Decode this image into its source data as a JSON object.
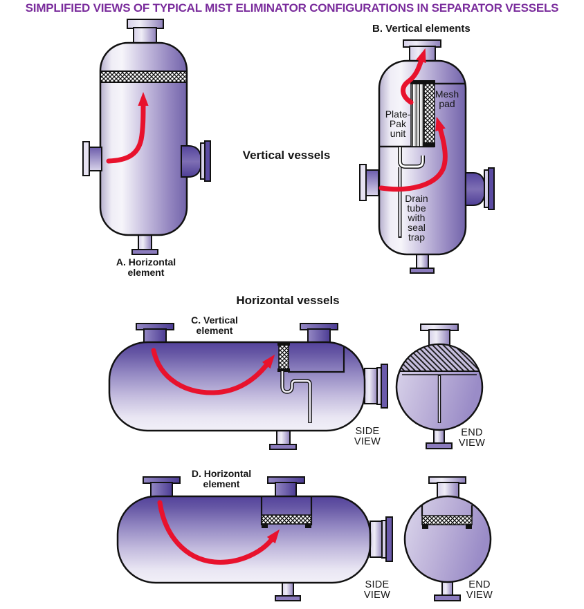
{
  "title": "SIMPLIFIED VIEWS OF TYPICAL MIST ELIMINATOR CONFIGURATIONS IN SEPARATOR VESSELS",
  "sections": {
    "vertical_vessels": "Vertical vessels",
    "horizontal_vessels": "Horizontal vessels"
  },
  "vessel_a": {
    "label": "A. Horizontal\nelement"
  },
  "vessel_b": {
    "label": "B. Vertical elements",
    "plate_pak_label": "Plate-\nPak\nunit",
    "mesh_pad_label": "Mesh\npad",
    "drain_label": "Drain\ntube\nwith\nseal\ntrap"
  },
  "vessel_c": {
    "label": "C. Vertical\nelement",
    "side_view": "SIDE\nVIEW",
    "end_view": "END\nVIEW"
  },
  "vessel_d": {
    "label": "D. Horizontal\nelement",
    "side_view": "SIDE\nVIEW",
    "end_view": "END\nVIEW"
  },
  "colors": {
    "title": "#7a2c9c",
    "flow_arrow": "#e8122d",
    "vessel_dark": "#53429b",
    "vessel_light": "#efedf6",
    "outline": "#111111"
  }
}
